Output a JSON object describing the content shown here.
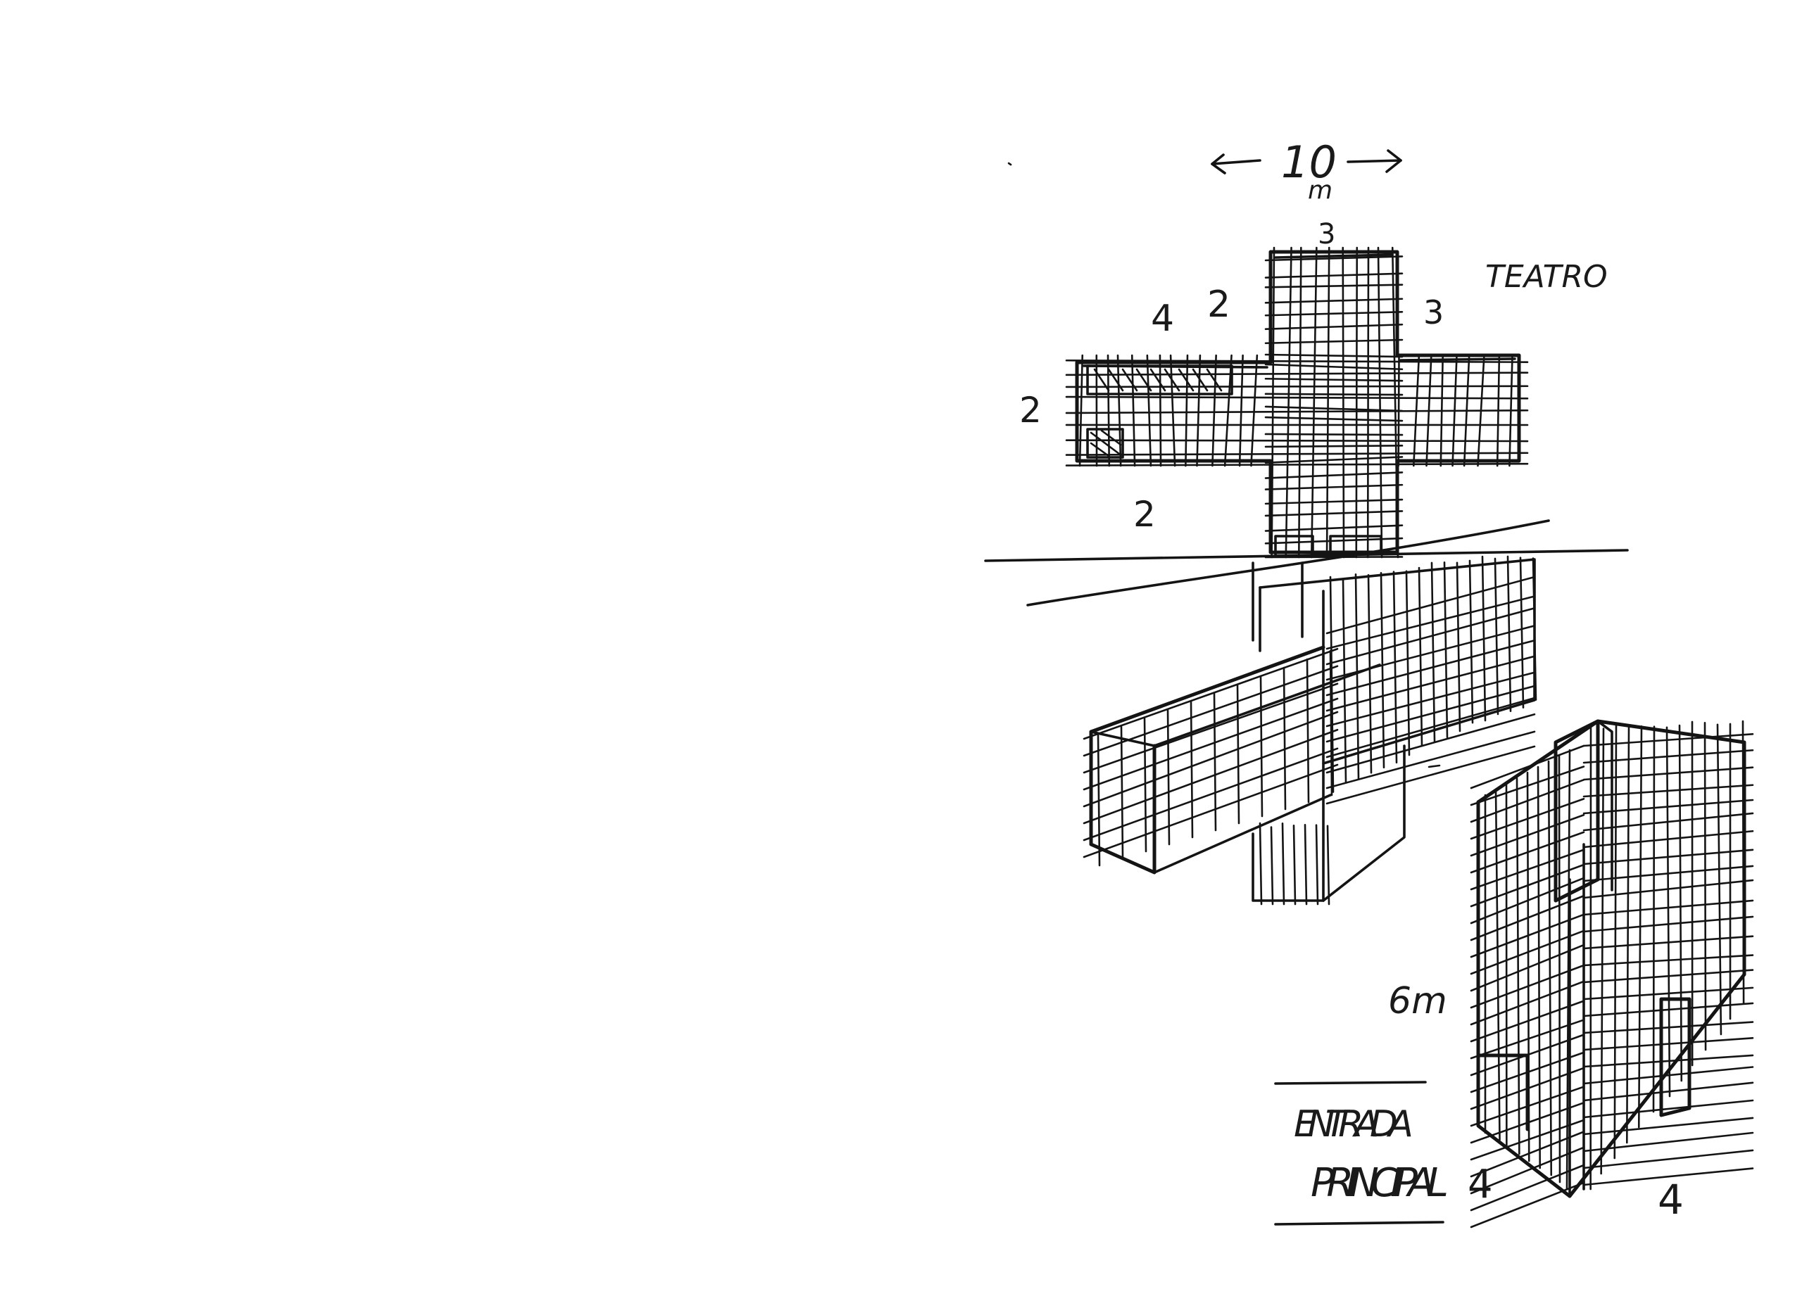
{
  "sketch": {
    "dimension": {
      "value": "10",
      "unit": "m"
    },
    "height_note": "6m",
    "labels": {
      "teatro": "TEATRO",
      "entrada": "ENTRADA",
      "principal": "PRINCIPAL"
    },
    "numbers": {
      "top_arm": "3",
      "upper_left_a": "4",
      "upper_left_b": "2",
      "upper_right": "3",
      "left_arm": "2",
      "below_left": "2",
      "bottom_entrance": "4",
      "bottom_right": "4"
    }
  }
}
